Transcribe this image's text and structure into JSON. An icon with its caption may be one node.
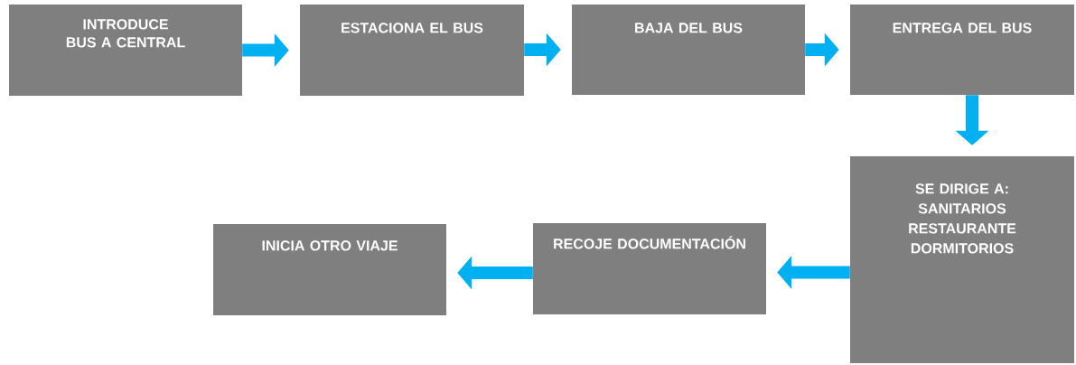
{
  "diagram": {
    "nodes": [
      {
        "text": [
          "INTRODUCE BUS A CENTRAL"
        ]
      },
      {
        "text": [
          "ESTACIONA EL BUS"
        ]
      },
      {
        "text": [
          "BAJA DEL BUS"
        ]
      },
      {
        "text": [
          "ENTREGA DEL BUS"
        ]
      },
      {
        "text": [
          "SE DIRIGE A:",
          "SANITARIOS",
          "RESTAURANTE",
          "DORMITORIOS"
        ]
      },
      {
        "text": [
          "RECOJE DOCUMENTACIÓN"
        ]
      },
      {
        "text": [
          "INICIA OTRO VIAJE"
        ]
      }
    ],
    "edges": [
      {
        "from": 0,
        "to": 1,
        "arrow": "to"
      },
      {
        "from": 1,
        "to": 2,
        "arrow": "to"
      },
      {
        "from": 2,
        "to": 3,
        "arrow": "to"
      },
      {
        "from": 3,
        "to": 4,
        "arrow": "to"
      },
      {
        "from": 4,
        "to": 5,
        "arrow": "to"
      },
      {
        "from": 5,
        "to": 6,
        "arrow": "to"
      }
    ]
  }
}
